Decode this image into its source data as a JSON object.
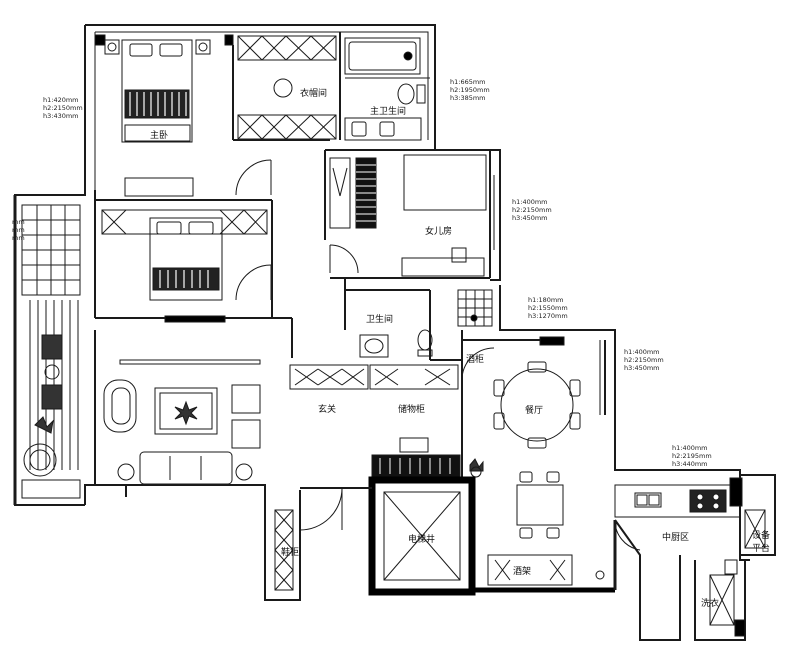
{
  "rooms": {
    "master_bedroom": "主卧",
    "walk_in_closet": "衣帽间",
    "master_bathroom": "主卫生间",
    "daughter_room": "女儿房",
    "bathroom": "卫生间",
    "entrance": "玄关",
    "storage_cabinet": "储物柜",
    "wine_cabinet": "酒柜",
    "dining_room": "餐厅",
    "middle_kitchen": "中厨区",
    "elevator_shaft": "电梯井",
    "equipment_platform_1": "设备",
    "equipment_platform_2": "平台",
    "laundry": "洗衣",
    "shoe_cabinet": "鞋柜",
    "wine_rack": "酒架"
  },
  "dimensions": {
    "master_bedroom": [
      "h1:420mm",
      "h2:2150mm",
      "h3:430mm"
    ],
    "master_bathroom": [
      "h1:665mm",
      "h2:1950mm",
      "h3:385mm"
    ],
    "daughter_room": [
      "h1:400mm",
      "h2:2150mm",
      "h3:450mm"
    ],
    "bathroom": [
      "h1:180mm",
      "h2:1550mm",
      "h3:1270mm"
    ],
    "dining_room": [
      "h1:400mm",
      "h2:2150mm",
      "h3:450mm"
    ],
    "kitchen": [
      "h1:400mm",
      "h2:2195mm",
      "h3:440mm"
    ],
    "balcony": [
      "mm",
      "mm",
      "mm"
    ]
  },
  "colors": {
    "wall": "#000000",
    "line": "#1a1a1a",
    "background": "#ffffff"
  }
}
